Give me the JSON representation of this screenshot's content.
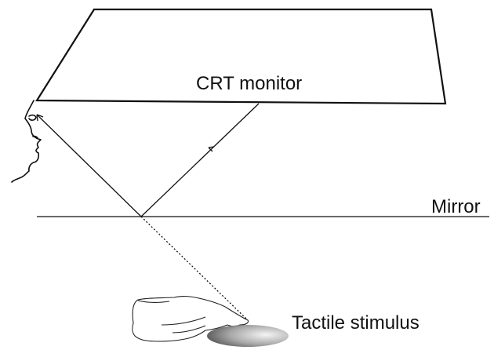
{
  "labels": {
    "monitor": "CRT monitor",
    "mirror": "Mirror",
    "stimulus": "Tactile stimulus"
  }
}
